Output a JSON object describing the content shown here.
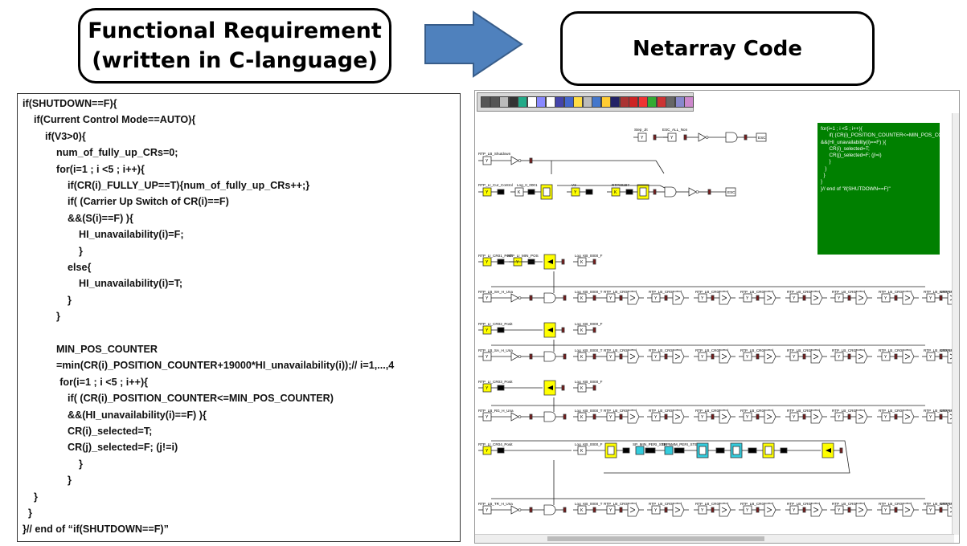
{
  "left_title_lines": [
    "Functional Requirement",
    "(written in C-language)"
  ],
  "right_title": "Netarray Code",
  "code_lines": [
    {
      "text": "if(SHUTDOWN==F){",
      "indent": 0
    },
    {
      "text": "if(Current Control Mode==AUTO){",
      "indent": 1
    },
    {
      "text": "if(V3>0){",
      "indent": 2
    },
    {
      "text": "num_of_fully_up_CRs=0;",
      "indent": 3
    },
    {
      "text": "for(i=1 ; i <5 ; i++){",
      "indent": 3
    },
    {
      "text": "if(CR(i)_FULLY_UP==T){num_of_fully_up_CRs++;}",
      "indent": 4
    },
    {
      "text": "if( (Carrier Up Switch of CR(i)==F)",
      "indent": 4
    },
    {
      "text": "&&(S(i)==F) ){",
      "indent": 4
    },
    {
      "text": "HI_unavailability(i)=F;",
      "indent": 5
    },
    {
      "text": "}",
      "indent": 5
    },
    {
      "text": "else{",
      "indent": 4
    },
    {
      "text": "HI_unavailability(i)=T;",
      "indent": 5
    },
    {
      "text": "}",
      "indent": 4
    },
    {
      "text": "}",
      "indent": 3
    },
    {
      "text": "",
      "indent": 0
    },
    {
      "text": "MIN_POS_COUNTER",
      "indent": 3
    },
    {
      "text": "=min(CR(i)_POSITION_COUNTER+19000*HI_unavailability(i));// i=1,...,4",
      "indent": 3
    },
    {
      "text": "for(i=1 ; i <5 ; i++){",
      "indent": 3.3
    },
    {
      "text": "if( (CR(i)_POSITION_COUNTER<=MIN_POS_COUNTER)",
      "indent": 4
    },
    {
      "text": "&&(HI_unavailability(i)==F) ){",
      "indent": 4
    },
    {
      "text": "CR(i)_selected=T;",
      "indent": 4
    },
    {
      "text": "CR(j)_selected=F; (j!=i)",
      "indent": 4
    },
    {
      "text": "}",
      "indent": 5
    },
    {
      "text": "}",
      "indent": 4
    },
    {
      "text": "}",
      "indent": 1
    },
    {
      "text": "}",
      "indent": 0.5
    },
    {
      "text": "}// end of “if(SHUTDOWN==F)”",
      "indent": 0
    }
  ],
  "green_note_lines": [
    "for(i=1 ; i <5 ; i++){",
    "      if( (CR(i)_POSITION_COUNTER<=MIN_POS_COUNTER)",
    "&&(HI_unavailability(i)==F) ){",
    "      CR(i)_selected=T;",
    "      CR(j)_selected=F; (j!=i)",
    "      }",
    "   }",
    "  }",
    "}",
    "}// end of \"if(SHUTDOWN==F)\""
  ],
  "net_labels": {
    "top_a": "Step_Jit",
    "top_b": "ESC_ALL_Non",
    "rtp_shutdown": "RTP_LB_Shutdown",
    "rtp_cur": "RTP_LI_Cur_Control",
    "log_ii": "Log_II_0001",
    "v3": "V3",
    "rtp_nnn": "RTP00297",
    "esc": "ESC",
    "rtp_cr1_pos": "RTP_LI_CR01_Posit",
    "rtp_li_min": "RTP_LI_MIN_POS",
    "log_f": "Log_KB_0000_F",
    "log_t": "Log_KB_0000_T",
    "rtp_lb_sh": "RTP_LB_SH_H_Una",
    "rtp_cr2_pos": "RTP_LI_CR02_Posit",
    "rtp_lb_sa": "RTP_LB_SA_H_Una",
    "rtp_cr3_pos": "RTP_LI_CR03_Posit",
    "rtp_lb_rg": "RTP_LB_RG_H_Una",
    "rtp_cr4_pos": "RTP_LI_CR04_Posit",
    "rtp_lb_tr": "RTP_LB_TR_H_Una",
    "sel1": "RTP_LB_CR01_Sel",
    "sel2": "RTP_LB_CR02_Sel",
    "sel3": "RTP_LB_CR03_Sel",
    "sel4": "RTP_LB_CR04_Sel",
    "rtp_lb_i": "RTP_LB_I",
    "sp_min": "SP_MIN_PERI_STEP",
    "sp_nmm": "SP_NMM_PERI_STEP",
    "y": "Y",
    "k": "K"
  },
  "colors": {
    "arrow_fill": "#4f81bd",
    "arrow_stroke": "#385d8a",
    "green_note": "#008000",
    "yellow_block": "#ffff00",
    "cyan_block": "#33ccdd",
    "dark_red_node": "#7b1a1a"
  }
}
